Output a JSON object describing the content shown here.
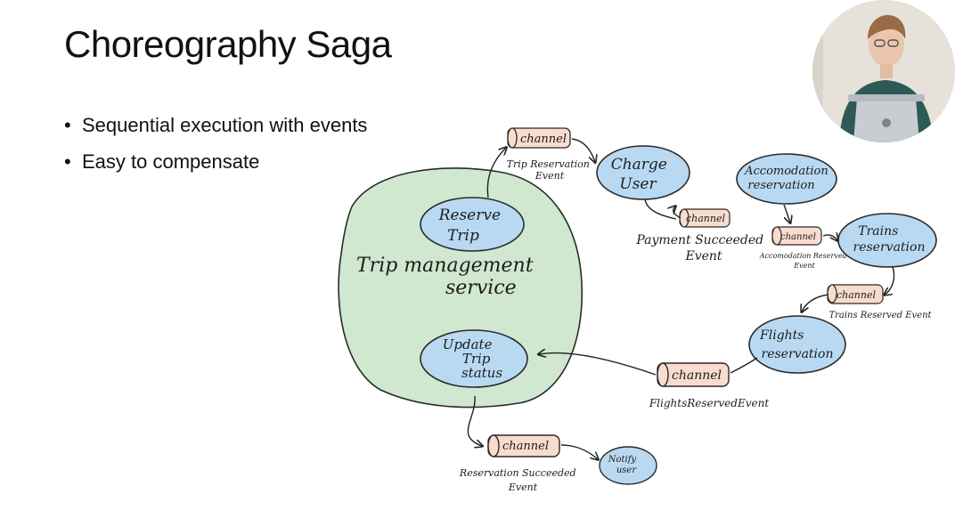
{
  "slide": {
    "title": "Choreography Saga",
    "bullets": [
      "Sequential execution with events",
      "Easy to compensate"
    ]
  },
  "diagram": {
    "service_label_line1": "Trip management",
    "service_label_line2": "service",
    "nodes": {
      "reserve_trip": [
        "Reserve",
        "Trip"
      ],
      "update_trip_status": [
        "Update",
        "Trip",
        "status"
      ],
      "charge_user": [
        "Charge",
        "User"
      ],
      "accommodation_reservation": [
        "Accomodation",
        "reservation"
      ],
      "trains_reservation": [
        "Trains",
        "reservation"
      ],
      "flights_reservation": [
        "Flights",
        "reservation"
      ],
      "notify_user": [
        "Notify",
        "user"
      ]
    },
    "channel_label": "channel",
    "events": {
      "trip_reservation": [
        "Trip Reservation",
        "Event"
      ],
      "payment_succeeded": [
        "Payment Succeeded",
        "Event"
      ],
      "accommodation_reserved": [
        "Accomodation Reserved",
        "Event"
      ],
      "trains_reserved": "Trains Reserved Event",
      "flights_reserved": "FlightsReservedEvent",
      "reservation_succeeded": [
        "Reservation Succeeded",
        "Event"
      ]
    }
  },
  "colors": {
    "service_fill": "#cfe8cf",
    "node_fill": "#b9d9f2",
    "channel_fill": "#f8dccd"
  }
}
